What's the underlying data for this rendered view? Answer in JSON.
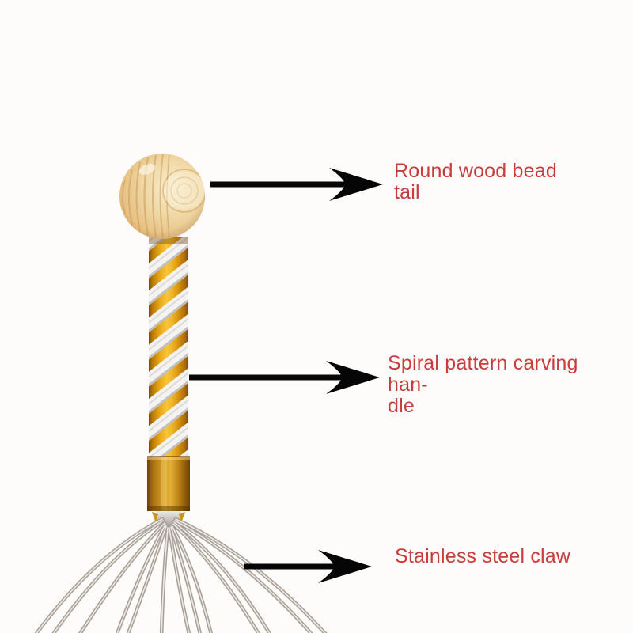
{
  "meta": {
    "description": "Annotated product photo of a head scalp massager on white background",
    "background": "#fdfcfb"
  },
  "annotations": [
    {
      "part": "wood-bead",
      "text": "Round wood bead\ntail"
    },
    {
      "part": "spiral-handle",
      "text": "Spiral pattern carving han-\ndle"
    },
    {
      "part": "steel-claw",
      "text": "Stainless steel claw"
    }
  ],
  "colors": {
    "label_text": "#c93c3c",
    "arrow": "#060606",
    "wood_light": "#f7e9c9",
    "wood_mid": "#eed09a",
    "wood_dark": "#d8a35f",
    "gold_bright": "#f6c53a",
    "gold_dark": "#8a5604",
    "stripe_white": "#f4f3f1",
    "steel_wire": "#a89f96"
  }
}
